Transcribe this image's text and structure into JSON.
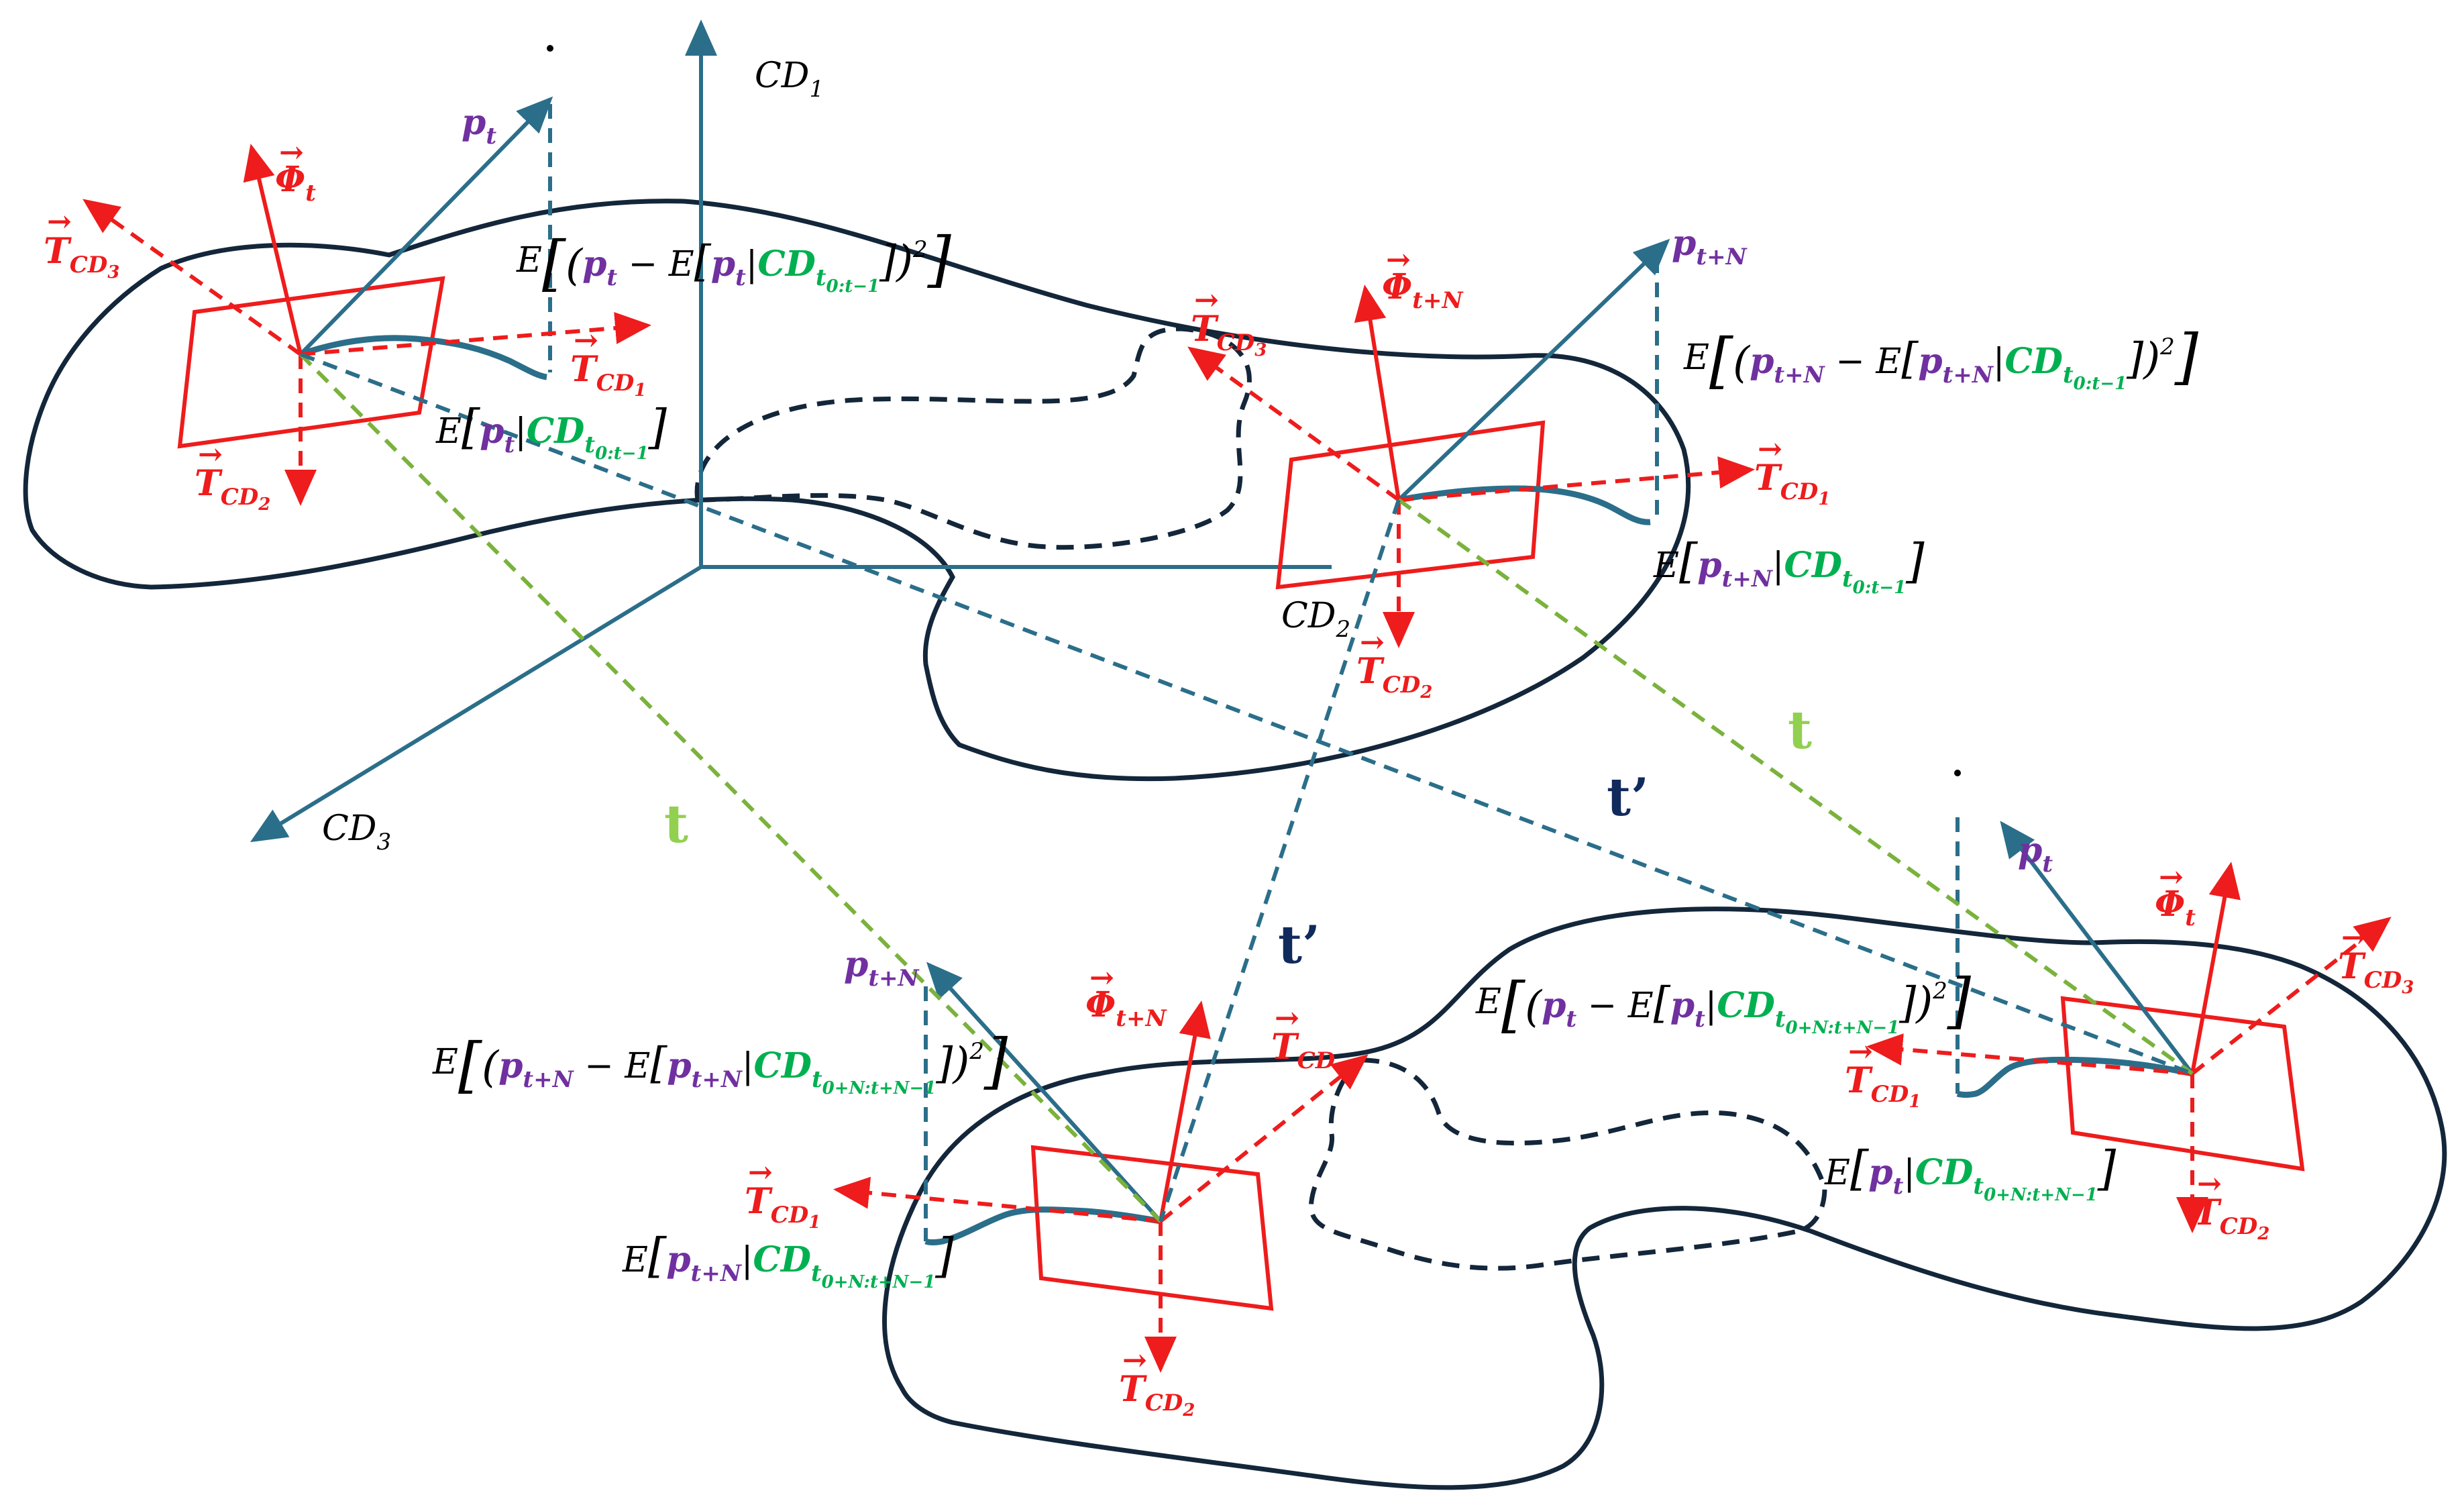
{
  "colors": {
    "outline": "#13263a",
    "axis": "#2b6e8a",
    "red": "#ee1c1c",
    "green_path": "#7ab23c",
    "purple": "#7030a0",
    "green_text": "#00b050",
    "dark_blue": "#102a5c",
    "light_green": "#92d050"
  },
  "axes": {
    "cd1": "CD",
    "cd1_sub": "1",
    "cd2": "CD",
    "cd2_sub": "2",
    "cd3": "CD",
    "cd3_sub": "3"
  },
  "markers": {
    "t_left": "t",
    "t_right": "t",
    "tprime_center": "t’",
    "tprime_lower": "t’"
  },
  "sym": {
    "phi": "Φ",
    "T": "T",
    "p": "p",
    "E": "E",
    "cd": "CD",
    "cd1": "CD",
    "cd2": "CD",
    "cd3": "CD",
    "d1": "1",
    "d2": "2",
    "d3": "3",
    "bar": "|",
    "minus": "−",
    "sq": "2"
  },
  "subs": {
    "t": "t",
    "tN": "t+N",
    "r1": "t",
    "r1b": "0:t−1",
    "r2": "t",
    "r2b": "0+N:t+N−1"
  },
  "brackets": {
    "lsq": "[",
    "rsq": "]",
    "lpar": "(",
    "rpar": ")",
    "dot": "."
  },
  "labels": {
    "phi_t": "Φ",
    "phi_tN": "Φ",
    "p_t": "p",
    "p_tN": "p"
  }
}
